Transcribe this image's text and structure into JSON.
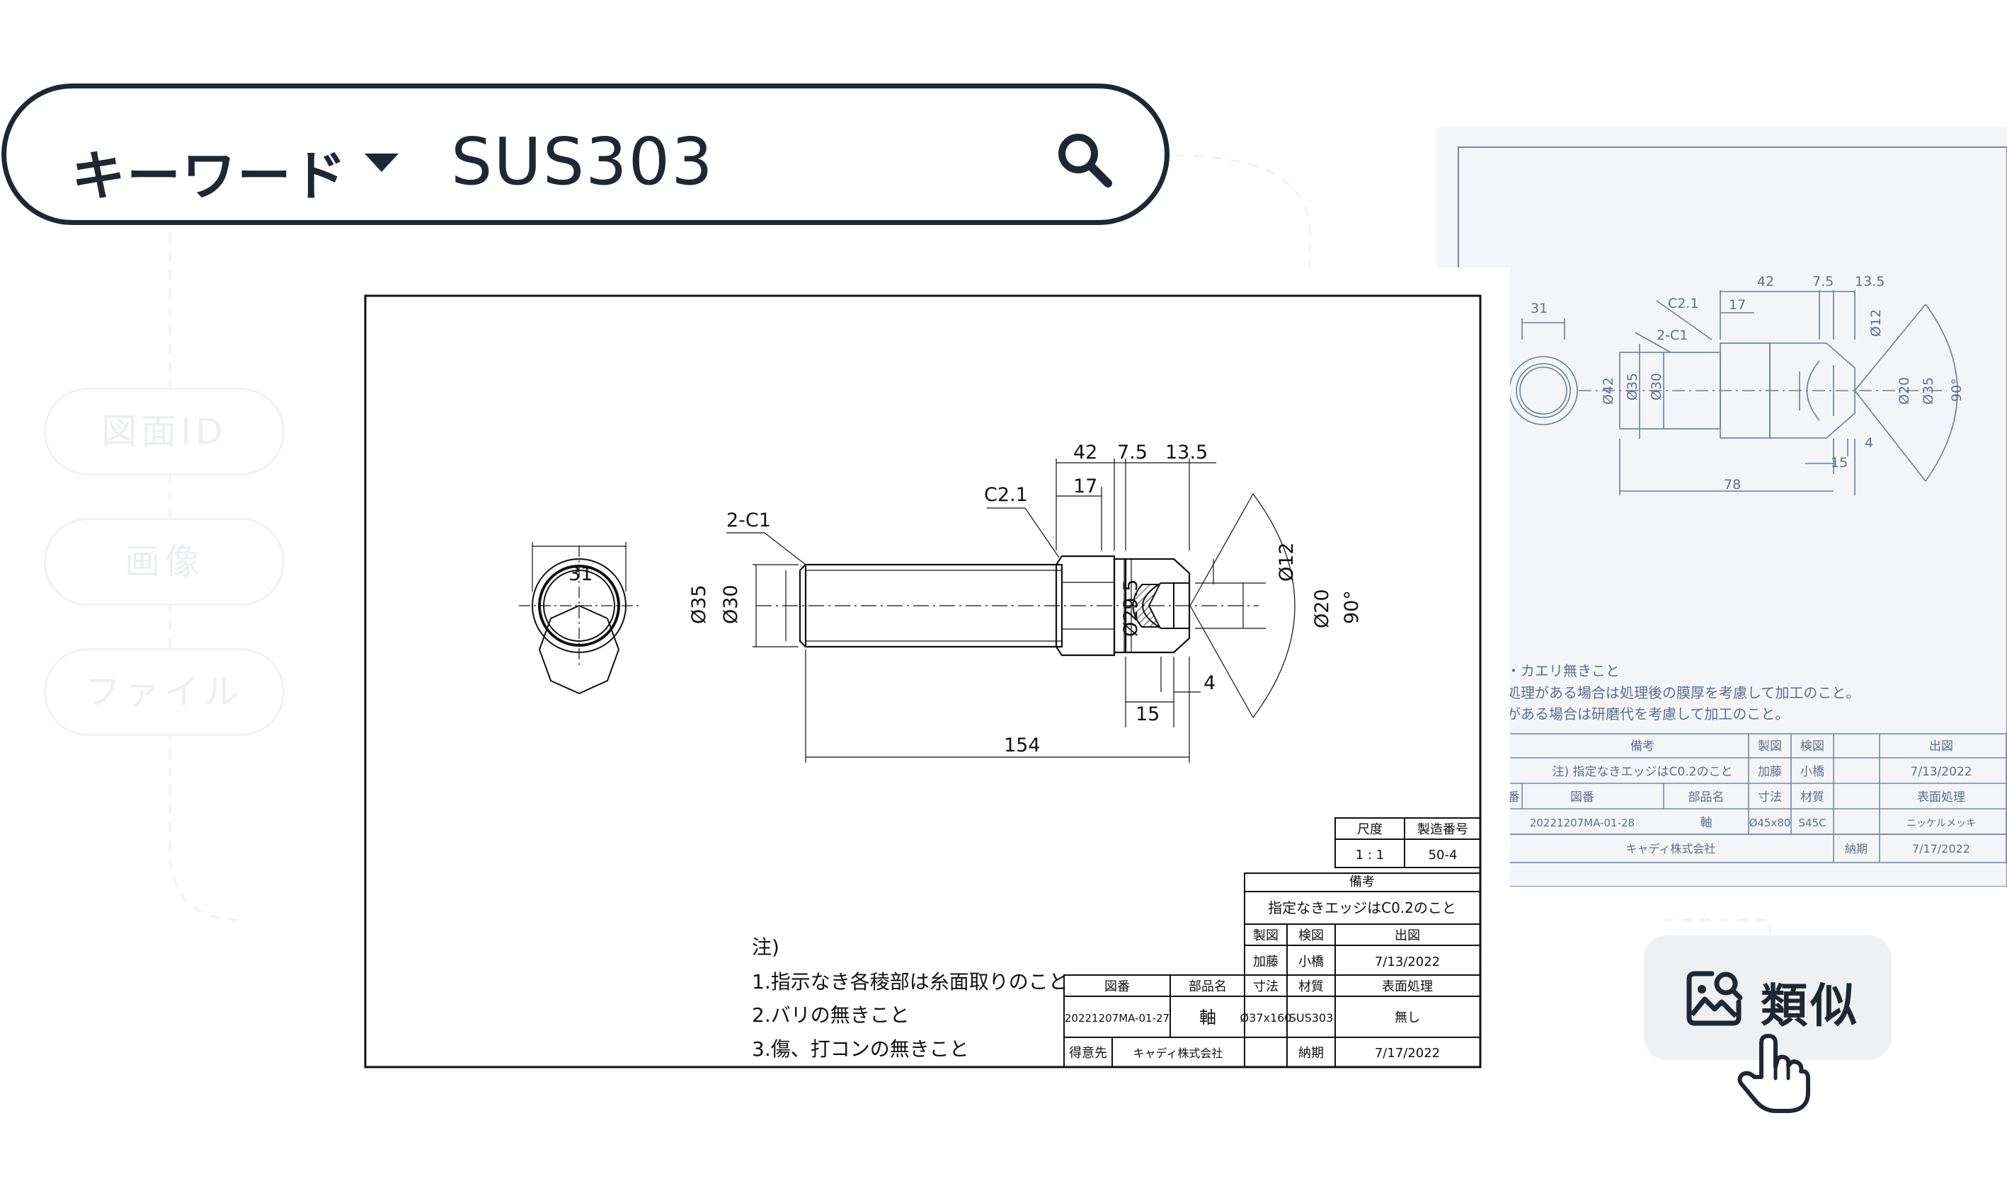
{
  "search": {
    "mode_label": "キーワード",
    "value": "SUS303"
  },
  "side_buttons": [
    "図面ID",
    "画像",
    "ファイル"
  ],
  "similar_button": {
    "label": "類似"
  },
  "main_drawing": {
    "dims": {
      "d31": "31",
      "c1": "2-C1",
      "c21": "C2.1",
      "d42": "42",
      "d75": "7.5",
      "d135": "13.5",
      "d17": "17",
      "phi35": "Ø35",
      "phi30": "Ø30",
      "phi295": "Ø29.5",
      "phi12": "Ø12",
      "phi20": "Ø20",
      "ang": "90°",
      "d4": "4",
      "d15": "15",
      "d154": "154"
    },
    "notes": [
      "注)",
      "1.指示なき各稜部は糸面取りのこと",
      "2.バリの無きこと",
      "3.傷、打コンの無きこと"
    ],
    "title_block": {
      "scale_h": "尺度",
      "serial_h": "製造番号",
      "scale": "1 : 1",
      "serial": "50-4",
      "remarks_h": "備考",
      "remarks": "指定なきエッジはC0.2のこと",
      "draw_h": "製図",
      "check_h": "検図",
      "issue_h": "出図",
      "drawer": "加藤",
      "checker": "小橋",
      "issue_date": "7/13/2022",
      "dwgno_h": "図番",
      "part_h": "部品名",
      "size_h": "寸法",
      "material_h": "材質",
      "surface_h": "表面処理",
      "dwgno": "20221207MA-01-27",
      "part": "軸",
      "size": "Ø37x160",
      "material": "SUS303",
      "surface": "無し",
      "client_h": "得意先",
      "client": "キャディ株式会社",
      "due_h": "納期",
      "due": "7/17/2022"
    }
  },
  "bg_drawing": {
    "dims": {
      "d31": "31",
      "d42": "42",
      "d75": "7.5",
      "d135": "13.5",
      "c21": "C2.1",
      "d17": "17",
      "c1": "2-C1",
      "phi12": "Ø12",
      "phi42": "Ø42",
      "phi35a": "Ø35",
      "phi30": "Ø30",
      "phi20": "Ø20",
      "phi35b": "Ø35",
      "ang": "90°",
      "d4": "4",
      "d15": "15",
      "d78": "78"
    },
    "notes": [
      "・カエリ無きこと",
      "処理がある場合は処理後の膜厚を考慮して加工のこと。",
      "がある場合は研磨代を考慮して加工のこと。"
    ],
    "title_block": {
      "remarks_h": "備考",
      "draw_h": "製図",
      "check_h": "検図",
      "issue_h": "出図",
      "remarks": "注) 指定なきエッジはC0.2のこと",
      "drawer": "加藤",
      "checker": "小橋",
      "issue_date": "7/13/2022",
      "no_h": "番",
      "dwgno_h": "図番",
      "part_h": "部品名",
      "size_h": "寸法",
      "material_h": "材質",
      "surface_h": "表面処理",
      "dwgno": "20221207MA-01-28",
      "part": "軸",
      "size": "Ø45x80",
      "material": "S45C",
      "surface": "ニッケルメッキ",
      "client": "キャディ株式会社",
      "due_h": "納期",
      "due": "7/17/2022"
    }
  },
  "colors": {
    "ink": "#1f2733",
    "bg_ink": "#5f6f8a",
    "bg_paper": "#f3f5f9"
  }
}
